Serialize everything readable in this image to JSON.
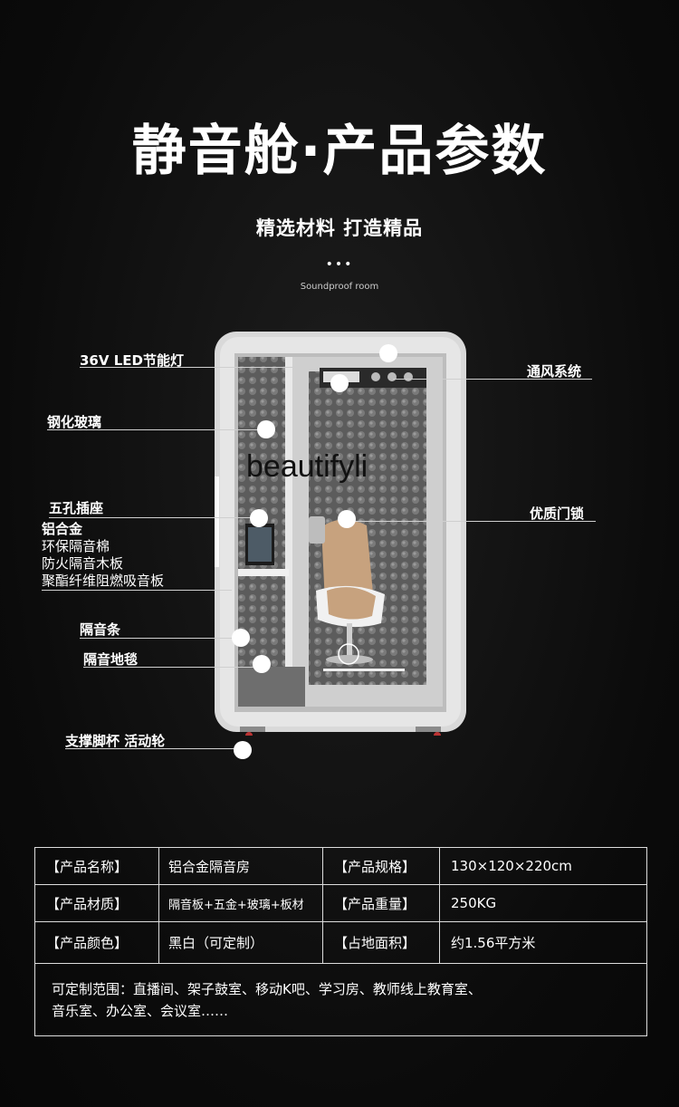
{
  "header": {
    "title": "静音舱·产品参数",
    "subtitle": "精选材料 打造精品",
    "dots": "•••",
    "english": "Soundproof room"
  },
  "watermark": "beautifyli",
  "labels": {
    "led": "36V LED节能灯",
    "vent": "通风系统",
    "glass": "钢化玻璃",
    "socket": "五孔插座",
    "lock": "优质门锁",
    "materials": [
      "铝合金",
      "环保隔音棉",
      "防火隔音木板",
      "聚酯纤维阻燃吸音板"
    ],
    "strip": "隔音条",
    "carpet": "隔音地毯",
    "wheels": "支撑脚杯 活动轮"
  },
  "params": {
    "name_key": "【产品名称】",
    "name_val": "铝合金隔音房",
    "spec_key": "【产品规格】",
    "spec_val": "130×120×220cm",
    "material_key": "【产品材质】",
    "material_val": "隔音板+五金+玻璃+板材",
    "weight_key": "【产品重量】",
    "weight_val": "250KG",
    "color_key": "【产品颜色】",
    "color_val": "黑白（可定制）",
    "area_key": "【占地面积】",
    "area_val": "约1.56平方米",
    "note_line1": "可定制范围：直播间、架子鼓室、移动K吧、学习房、教师线上教育室、",
    "note_line2": "音乐室、办公室、会议室……"
  }
}
